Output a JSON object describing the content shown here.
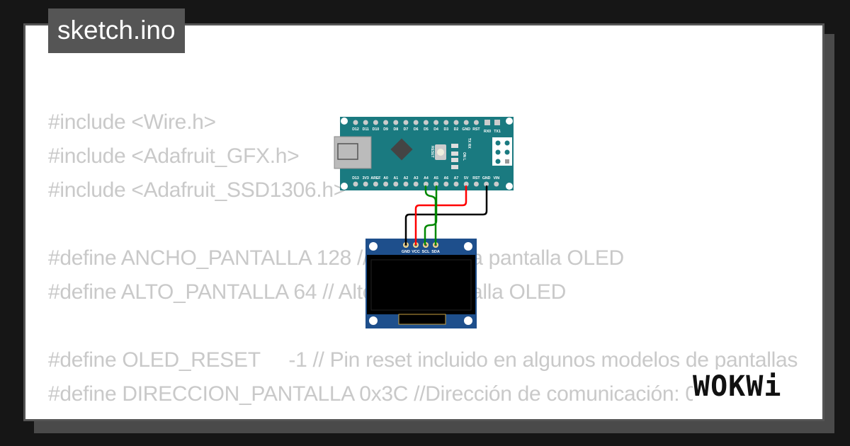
{
  "window": {
    "title": "sketch.ino"
  },
  "code_lines": [
    "#include <Wire.h>",
    "#include <Adafruit_GFX.h>",
    "#include <Adafruit_SSD1306.h>",
    "",
    "#define ANCHO_PANTALLA 128 // Ancho de la pantalla OLED",
    "#define ALTO_PANTALLA 64 // Alto de la pantalla OLED",
    "",
    "#define OLED_RESET     -1 // Pin reset incluido en algunos modelos de pantallas",
    "#define DIRECCION_PANTALLA 0x3C //Dirección de comunicación: 0x3D"
  ],
  "arduino": {
    "top_pins": [
      "D12",
      "D11",
      "D10",
      "D9",
      "D8",
      "D7",
      "D6",
      "D5",
      "D4",
      "D3",
      "D2",
      "GND",
      "RST"
    ],
    "serial_pins": [
      "RX0",
      "TX1"
    ],
    "bottom_pins": [
      "D13",
      "3V3",
      "AREF",
      "A0",
      "A1",
      "A2",
      "A3",
      "A4",
      "A5",
      "A6",
      "A7",
      "5V",
      "RST",
      "GND",
      "VIN"
    ],
    "reset_label": "RESET",
    "led_labels": [
      "TX",
      "RX",
      "ON",
      "L"
    ],
    "board_color": "#1a7a80"
  },
  "oled": {
    "pins": [
      "GND",
      "VCC",
      "SCL",
      "SDA"
    ],
    "board_color": "#1e4f8c"
  },
  "wires": [
    {
      "from": "GND",
      "to": "GND",
      "color": "#000000"
    },
    {
      "from": "5V",
      "to": "VCC",
      "color": "#ff0000"
    },
    {
      "from": "A4",
      "to": "SDA",
      "color": "#008800"
    },
    {
      "from": "A5",
      "to": "SCL",
      "color": "#008800"
    }
  ],
  "logo": {
    "text": "WOKWi"
  }
}
